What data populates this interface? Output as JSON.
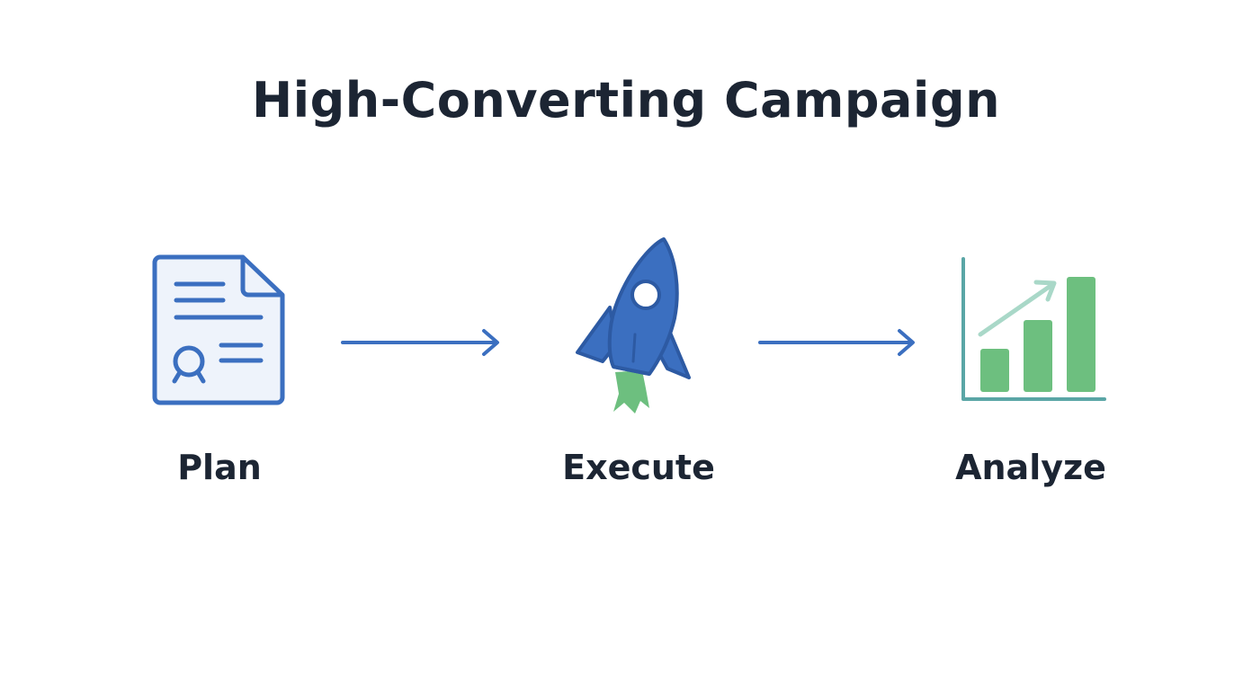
{
  "title": "High-Converting Campaign",
  "steps": [
    {
      "label": "Plan",
      "icon": "document-icon"
    },
    {
      "label": "Execute",
      "icon": "rocket-icon"
    },
    {
      "label": "Analyze",
      "icon": "bar-chart-icon"
    }
  ],
  "colors": {
    "text": "#1c2533",
    "primary_blue": "#3b6fc0",
    "light_blue_fill": "#eef3fb",
    "green": "#6dbf7f",
    "teal_axis": "#5aa6a6"
  }
}
